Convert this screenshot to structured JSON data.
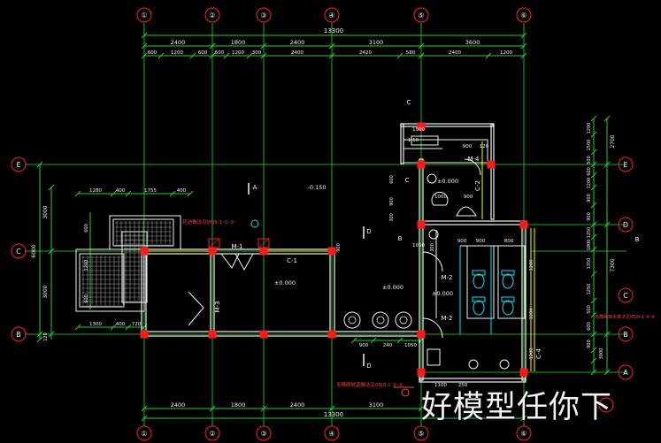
{
  "grid_axes_top": [
    "①",
    "②",
    "③",
    "④",
    "⑤",
    "⑥"
  ],
  "grid_axes_left": [
    "E",
    "C",
    "B"
  ],
  "grid_axes_right": [
    "E",
    "D",
    "C",
    "B",
    "A"
  ],
  "dims_top_overall": "13300",
  "dims_top_row1": [
    "2400",
    "1800",
    "2400",
    "3100",
    "3600"
  ],
  "dims_top_row2": [
    "600",
    "1200",
    "600",
    "600",
    "1200",
    "300",
    "2400",
    "2420",
    "580",
    "2400",
    "1200"
  ],
  "dims_bottom_row": [
    "2400",
    "1800",
    "2400",
    "3100"
  ],
  "dims_bottom_overall": "13300",
  "dims_left": [
    "3000",
    "6000",
    "3000",
    "120"
  ],
  "dims_right_outer": [
    "2700",
    "7300",
    "3000"
  ],
  "dims_right_inner": [
    "1200",
    "1500",
    "500",
    "600",
    "1200",
    "900",
    "900",
    "1350",
    "1800",
    "1350",
    "1250",
    "500",
    "600",
    "900"
  ],
  "dims_left_wing": [
    "1280",
    "400",
    "1755",
    "400",
    "1300",
    "400",
    "720",
    "600",
    "1200",
    "600"
  ],
  "dims_toilet_h": [
    "1500",
    "900",
    "120",
    "1000",
    "900",
    "900",
    "240",
    "1050",
    "1050",
    "900",
    "900",
    "800",
    "1100",
    "250"
  ],
  "dims_toilet_v": [
    "600",
    "900",
    "300",
    "1200",
    "1200",
    "900",
    "300",
    "1200"
  ],
  "labels_door_window": [
    "C",
    "C",
    "M-4",
    "C-2",
    "M-1",
    "C-1",
    "M-3",
    "M-2",
    "M-2",
    "C-4"
  ],
  "labels_section": [
    "A",
    "D",
    "D",
    "B",
    "B"
  ],
  "labels_levels": [
    "-0.150",
    "±0.000",
    "±0.000",
    "±0.000",
    "±0.000"
  ],
  "labels_scale": "1:10",
  "labels_notes": [
    "花池做法见05J9-1 ①-③",
    "无障碍坡道做法见05J9-1 ②-⑤",
    "无障碍扶手做法见05J9-1 ⑤-④"
  ],
  "watermark": "好模型任你下",
  "colors": {
    "background": "#000000",
    "wall": "#f2f2f2",
    "dimension": "#2ecc2e",
    "axis": "#20e020",
    "column": "#ff1a1a",
    "bubble": "#ff2020",
    "label": "#f2f2f2",
    "section": "#ff40ff",
    "annotation": "#20d8d8",
    "door": "#f2f2f2",
    "window": "#ffff00",
    "fixture": "#00e5ff",
    "note": "#ff4040"
  }
}
